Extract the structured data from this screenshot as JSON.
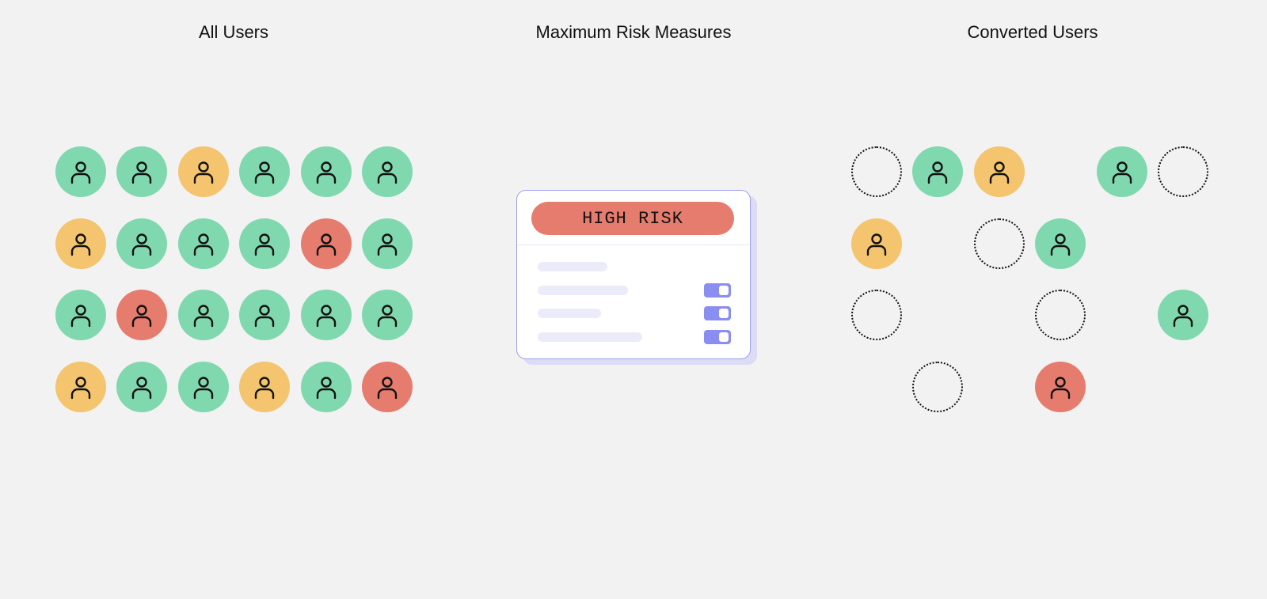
{
  "titles": {
    "all_users": "All Users",
    "max_risk": "Maximum Risk Measures",
    "converted_users": "Converted Users"
  },
  "colors": {
    "green": "#80d8ae",
    "amber": "#f4c46e",
    "red": "#e67c6e",
    "accent": "#8a8ef0",
    "card_border": "#9ea0f0"
  },
  "all_users": [
    [
      "green",
      "green",
      "amber",
      "green",
      "green",
      "green"
    ],
    [
      "amber",
      "green",
      "green",
      "green",
      "red",
      "green"
    ],
    [
      "green",
      "red",
      "green",
      "green",
      "green",
      "green"
    ],
    [
      "amber",
      "green",
      "green",
      "amber",
      "green",
      "red"
    ]
  ],
  "converted_users": [
    [
      "empty",
      "green",
      "amber",
      "none",
      "green",
      "empty"
    ],
    [
      "amber",
      "none",
      "empty",
      "green",
      "none",
      "none"
    ],
    [
      "empty",
      "none",
      "none",
      "empty",
      "none",
      "green"
    ],
    [
      "none",
      "empty",
      "none",
      "red",
      "none",
      "none"
    ]
  ],
  "risk_card": {
    "label": "HIGH RISK",
    "rows": [
      {
        "bar": "short",
        "toggle": false
      },
      {
        "bar": "medium",
        "toggle": true
      },
      {
        "bar": "short2",
        "toggle": true
      },
      {
        "bar": "long",
        "toggle": true
      }
    ]
  }
}
